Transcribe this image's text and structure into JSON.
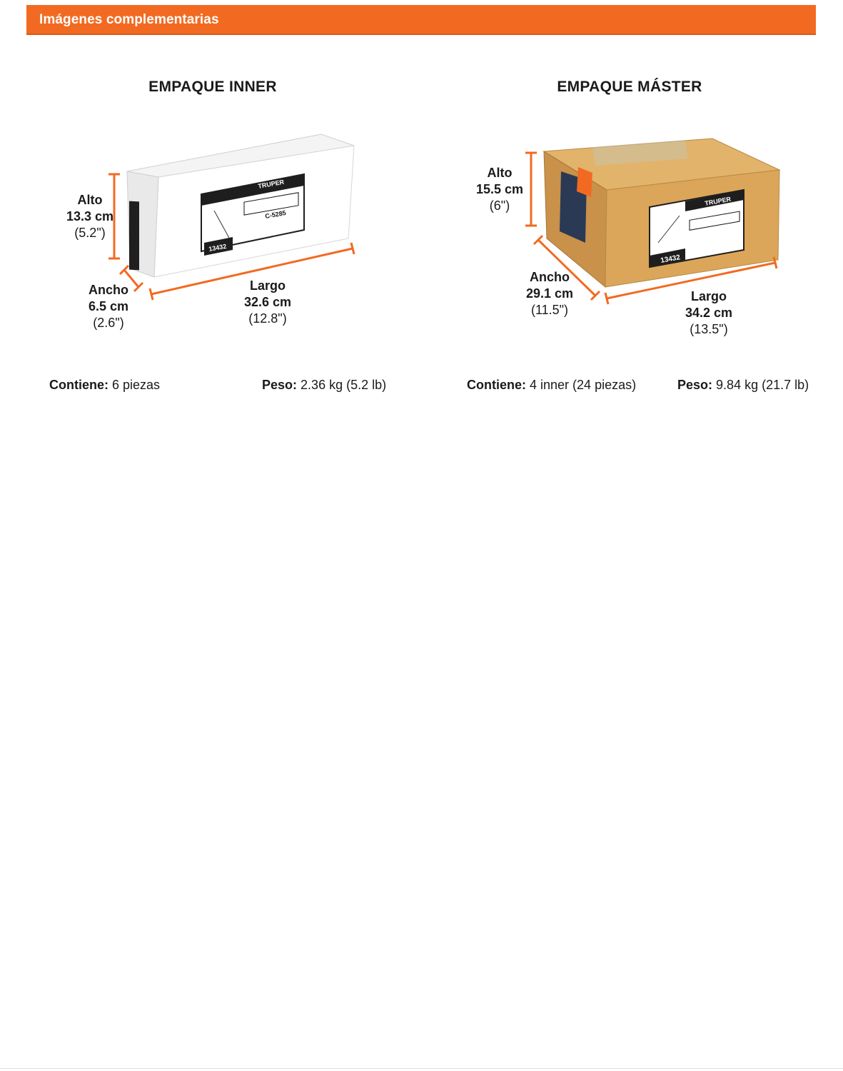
{
  "header": {
    "title": "Imágenes complementarias"
  },
  "inner": {
    "title": "EMPAQUE INNER",
    "alto": {
      "label": "Alto",
      "cm": "13.3 cm",
      "in": "(5.2\")"
    },
    "ancho": {
      "label": "Ancho",
      "cm": "6.5 cm",
      "in": "(2.6\")"
    },
    "largo": {
      "label": "Largo",
      "cm": "32.6 cm",
      "in": "(12.8\")"
    },
    "contiene_label": "Contiene:",
    "contiene_value": "6 piezas",
    "peso_label": "Peso:",
    "peso_value": "2.36 kg (5.2 lb)",
    "box_label": {
      "brand": "TRUPER",
      "code": "C-5285",
      "number": "13432"
    }
  },
  "master": {
    "title": "EMPAQUE MÁSTER",
    "alto": {
      "label": "Alto",
      "cm": "15.5 cm",
      "in": "(6\")"
    },
    "ancho": {
      "label": "Ancho",
      "cm": "29.1 cm",
      "in": "(11.5\")"
    },
    "largo": {
      "label": "Largo",
      "cm": "34.2 cm",
      "in": "(13.5\")"
    },
    "contiene_label": "Contiene:",
    "contiene_value": "4 inner (24 piezas)",
    "peso_label": "Peso:",
    "peso_value": "9.84 kg (21.7 lb)",
    "box_label": {
      "brand": "TRUPER",
      "number": "13432"
    }
  },
  "colors": {
    "accent": "#f26a21",
    "cardboard": "#d9a45a",
    "text": "#1a1a1a"
  }
}
